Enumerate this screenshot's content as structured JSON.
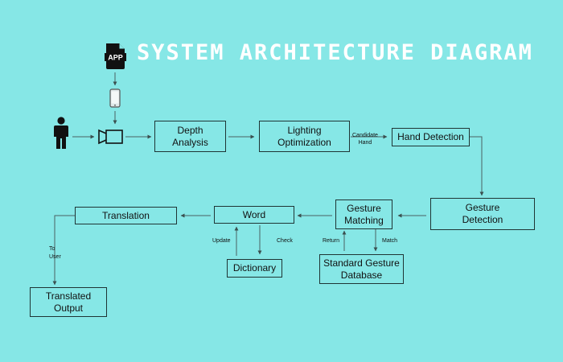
{
  "title": "SYSTEM ARCHITECTURE DIAGRAM",
  "app_icon": {
    "name": "app-file-icon",
    "text": "APP"
  },
  "nodes": {
    "depth_analysis": "Depth\nAnalysis",
    "lighting_optimization": "Lighting\nOptimization",
    "hand_detection": "Hand Detection",
    "gesture_detection": "Gesture\nDetection",
    "gesture_matching": "Gesture\nMatching",
    "word": "Word",
    "translation": "Translation",
    "dictionary": "Dictionary",
    "standard_gesture_database": "Standard Gesture\nDatabase",
    "translated_output": "Translated\nOutput"
  },
  "edge_labels": {
    "candidate_hand": "Candidate\nHand",
    "return": "Return",
    "match": "Match",
    "update": "Update",
    "check": "Check",
    "to_user": "To\nUser"
  },
  "icons": [
    "user-icon",
    "camera-icon",
    "smartphone-icon",
    "app-file-icon"
  ],
  "colors": {
    "background": "#86e7e6",
    "title": "#ffffff",
    "stroke": "#1f3535"
  }
}
